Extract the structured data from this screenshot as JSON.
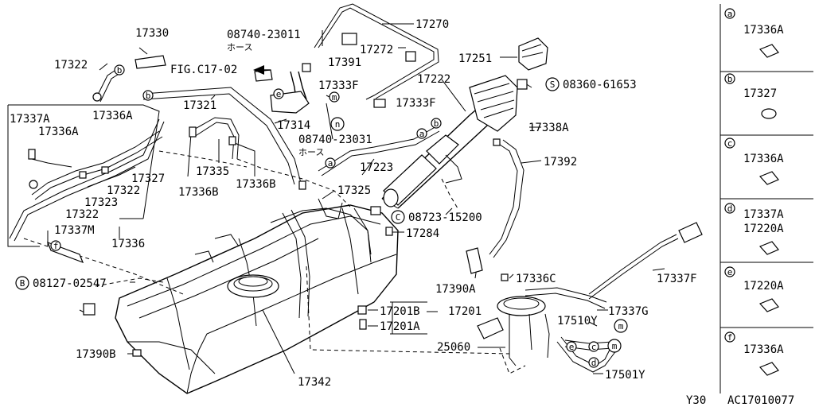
{
  "diagram": {
    "callouts": {
      "c17330": "17330",
      "c17322a": "17322",
      "figref": "FIG.C17-02",
      "c17321": "17321",
      "c17337a": "17337A",
      "c17336a_1": "17336A",
      "c17336a_2": "17336A",
      "c17327": "17327",
      "c17322b": "17322",
      "c17323": "17323",
      "c17322c": "17322",
      "c17335": "17335",
      "c17336b_1": "17336B",
      "c17336b_2": "17336B",
      "c17337m": "17337M",
      "c17336": "17336",
      "c08740_23011": "08740-23011",
      "hose1": "ホース",
      "c17391": "17391",
      "c17272": "17272",
      "c17270": "17270",
      "c17333f_1": "17333F",
      "c17333f_2": "17333F",
      "c17314": "17314",
      "c08740_23031": "08740-23031",
      "hose2": "ホース",
      "c17251": "17251",
      "c17222": "17222",
      "c08360_61653": "08360-61653",
      "c17338a": "17338A",
      "c17392": "17392",
      "c17223": "17223",
      "c17325": "17325",
      "c08723_15200": "08723-15200",
      "c17284": "17284",
      "c08127_02547": "08127-02547",
      "c17390a": "17390A",
      "c17336c": "17336C",
      "c17337f": "17337F",
      "c17201b": "17201B",
      "c17201": "17201",
      "c17201a": "17201A",
      "c17337g": "17337G",
      "c17510y": "17510Y",
      "c25060": "25060",
      "c17390b": "17390B",
      "c17342": "17342",
      "c17501y": "17501Y"
    },
    "circle_markers": {
      "S": "S",
      "C": "C",
      "B": "B",
      "a": "a",
      "b": "b",
      "c": "c",
      "d": "d",
      "e": "e",
      "f": "f",
      "m": "m",
      "n": "n"
    },
    "footer": {
      "model": "Y30",
      "code": "AC17010077"
    }
  },
  "side_panel": {
    "cells": [
      {
        "letter": "a",
        "parts": [
          "17336A"
        ]
      },
      {
        "letter": "b",
        "parts": [
          "17327"
        ]
      },
      {
        "letter": "c",
        "parts": [
          "17336A"
        ]
      },
      {
        "letter": "d",
        "parts": [
          "17337A",
          "17220A"
        ]
      },
      {
        "letter": "e",
        "parts": [
          "17220A"
        ]
      },
      {
        "letter": "f",
        "parts": [
          "17336A"
        ]
      }
    ]
  }
}
